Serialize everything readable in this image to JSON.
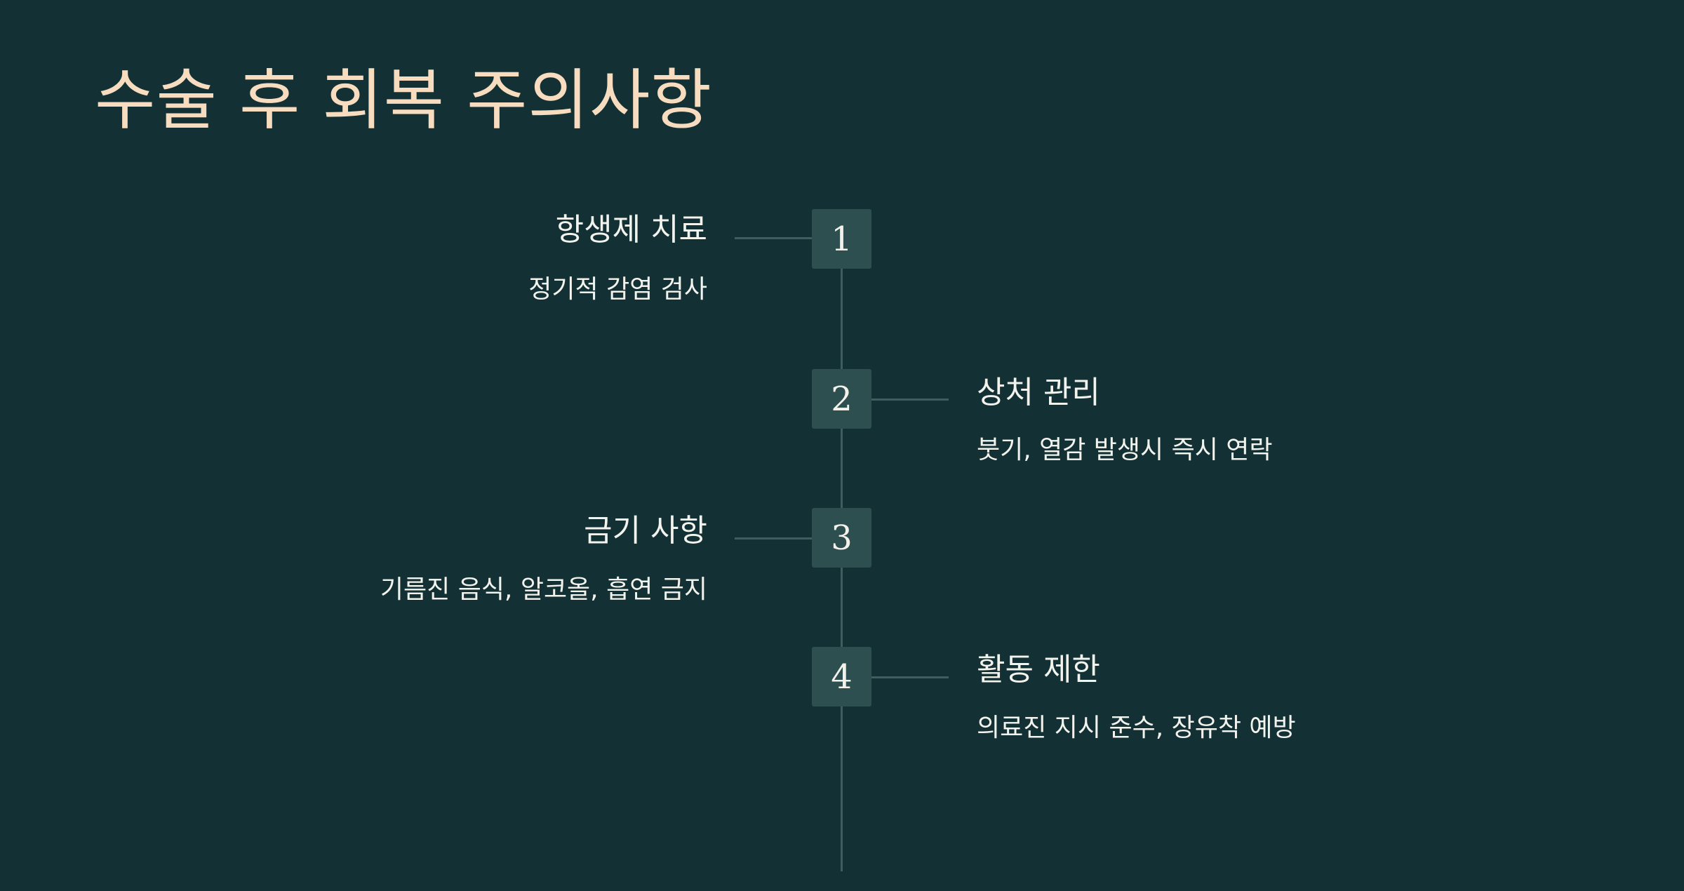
{
  "title": "수술 후 회복 주의사항",
  "colors": {
    "background": "#133134",
    "title": "#f8dcc0",
    "box": "#2e4f50",
    "line": "#3e5d5f",
    "text": "#f3f3ee"
  },
  "steps": [
    {
      "number": "1",
      "title": "항생제 치료",
      "description": "정기적 감염 검사"
    },
    {
      "number": "2",
      "title": "상처 관리",
      "description": "붓기, 열감 발생시 즉시 연락"
    },
    {
      "number": "3",
      "title": "금기 사항",
      "description": "기름진 음식, 알코올, 흡연 금지"
    },
    {
      "number": "4",
      "title": "활동 제한",
      "description": "의료진 지시 준수, 장유착 예방"
    }
  ]
}
